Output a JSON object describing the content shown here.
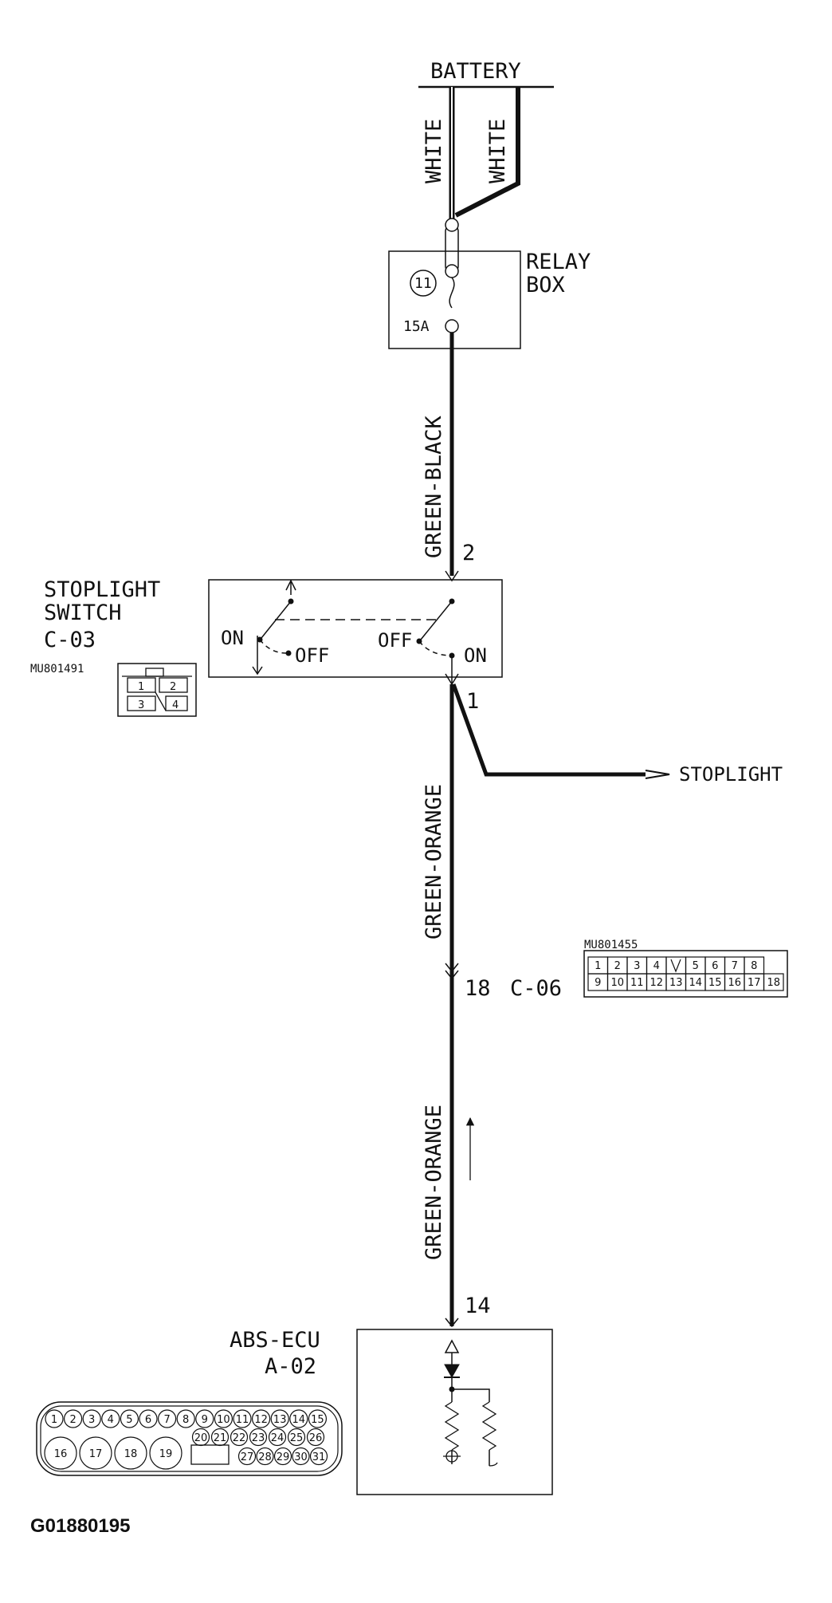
{
  "labels": {
    "battery": "BATTERY",
    "wire_white_left": "WHITE",
    "wire_white_right": "WHITE",
    "relay_box": [
      "RELAY",
      "BOX"
    ],
    "fuse_number": "11",
    "fuse_rating": "15A",
    "wire_green_black": "GREEN-BLACK",
    "pin_2": "2",
    "stoplight_switch": [
      "STOPLIGHT",
      "SWITCH",
      "C-03"
    ],
    "switch_part_no": "MU801491",
    "switch_on_left": "ON",
    "switch_off_left": "OFF",
    "switch_off_right": "OFF",
    "switch_on_right": "ON",
    "pin_1": "1",
    "stoplight": "STOPLIGHT",
    "wire_green_orange_upper": "GREEN-ORANGE",
    "c06_pin": "18",
    "c06_label": "C-06",
    "c06_part_no": "MU801455",
    "wire_green_orange_lower": "GREEN-ORANGE",
    "pin_14": "14",
    "abs_ecu": [
      "ABS-ECU",
      "A-02"
    ],
    "figure_code": "G01880195"
  },
  "connectors": {
    "c03_pins": [
      "1",
      "2",
      "3",
      "4"
    ],
    "c06_row1": [
      "1",
      "2",
      "3",
      "4",
      "",
      "5",
      "6",
      "7",
      "8"
    ],
    "c06_row2": [
      "9",
      "10",
      "11",
      "12",
      "13",
      "14",
      "15",
      "16",
      "17",
      "18"
    ],
    "a02_row1": [
      "1",
      "2",
      "3",
      "4",
      "5",
      "6",
      "7",
      "8",
      "9",
      "10",
      "11",
      "12",
      "13",
      "14",
      "15"
    ],
    "a02_big": [
      "16",
      "17",
      "18",
      "19"
    ],
    "a02_row2": [
      "20",
      "21",
      "22",
      "23",
      "24",
      "25",
      "26"
    ],
    "a02_row3": [
      "27",
      "28",
      "29",
      "30",
      "31"
    ]
  }
}
